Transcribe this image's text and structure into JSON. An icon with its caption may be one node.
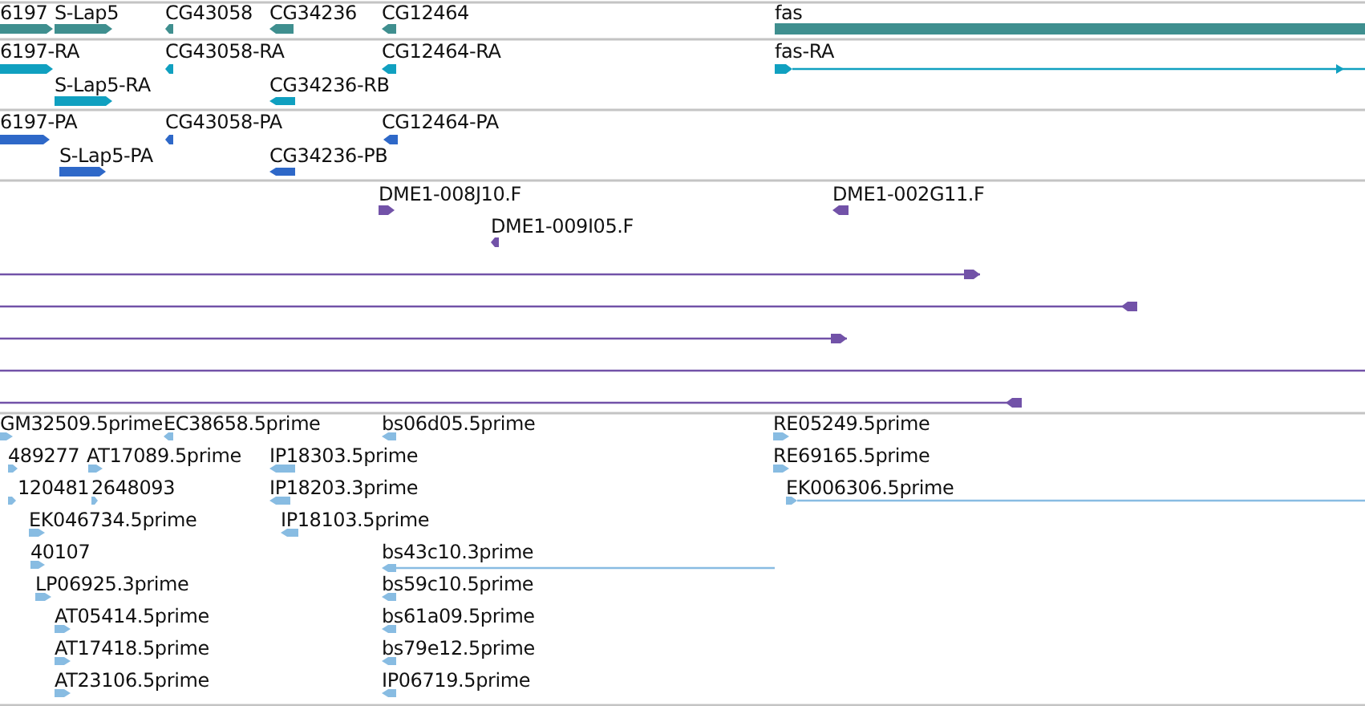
{
  "diagram": {
    "labels": [
      "6197",
      "S-Lap5",
      "CG43058",
      "CG34236",
      "CG12464",
      "fas",
      "6197-RA",
      "CG43058-RA",
      "CG12464-RA",
      "fas-RA",
      "S-Lap5-RA",
      "CG34236-RB",
      "6197-PA",
      "CG43058-PA",
      "CG12464-PA",
      "S-Lap5-PA",
      "CG34236-PB",
      "DME1-008J10.F",
      "DME1-002G11.F",
      "DME1-009I05.F",
      "GM32509.5prime",
      "EC38658.5prime",
      "bs06d05.5prime",
      "RE05249.5prime",
      "489277",
      "AT17089.5prime",
      "IP18303.5prime",
      "RE69165.5prime",
      "120481",
      "2648093",
      "IP18203.3prime",
      "EK006306.5prime",
      "EK046734.5prime",
      "IP18103.5prime",
      "40107",
      "bs43c10.3prime",
      "LP06925.3prime",
      "bs59c10.5prime",
      "AT05414.5prime",
      "bs61a09.5prime",
      "AT17418.5prime",
      "bs79e12.5prime",
      "AT23106.5prime",
      "IP06719.5prime"
    ]
  }
}
